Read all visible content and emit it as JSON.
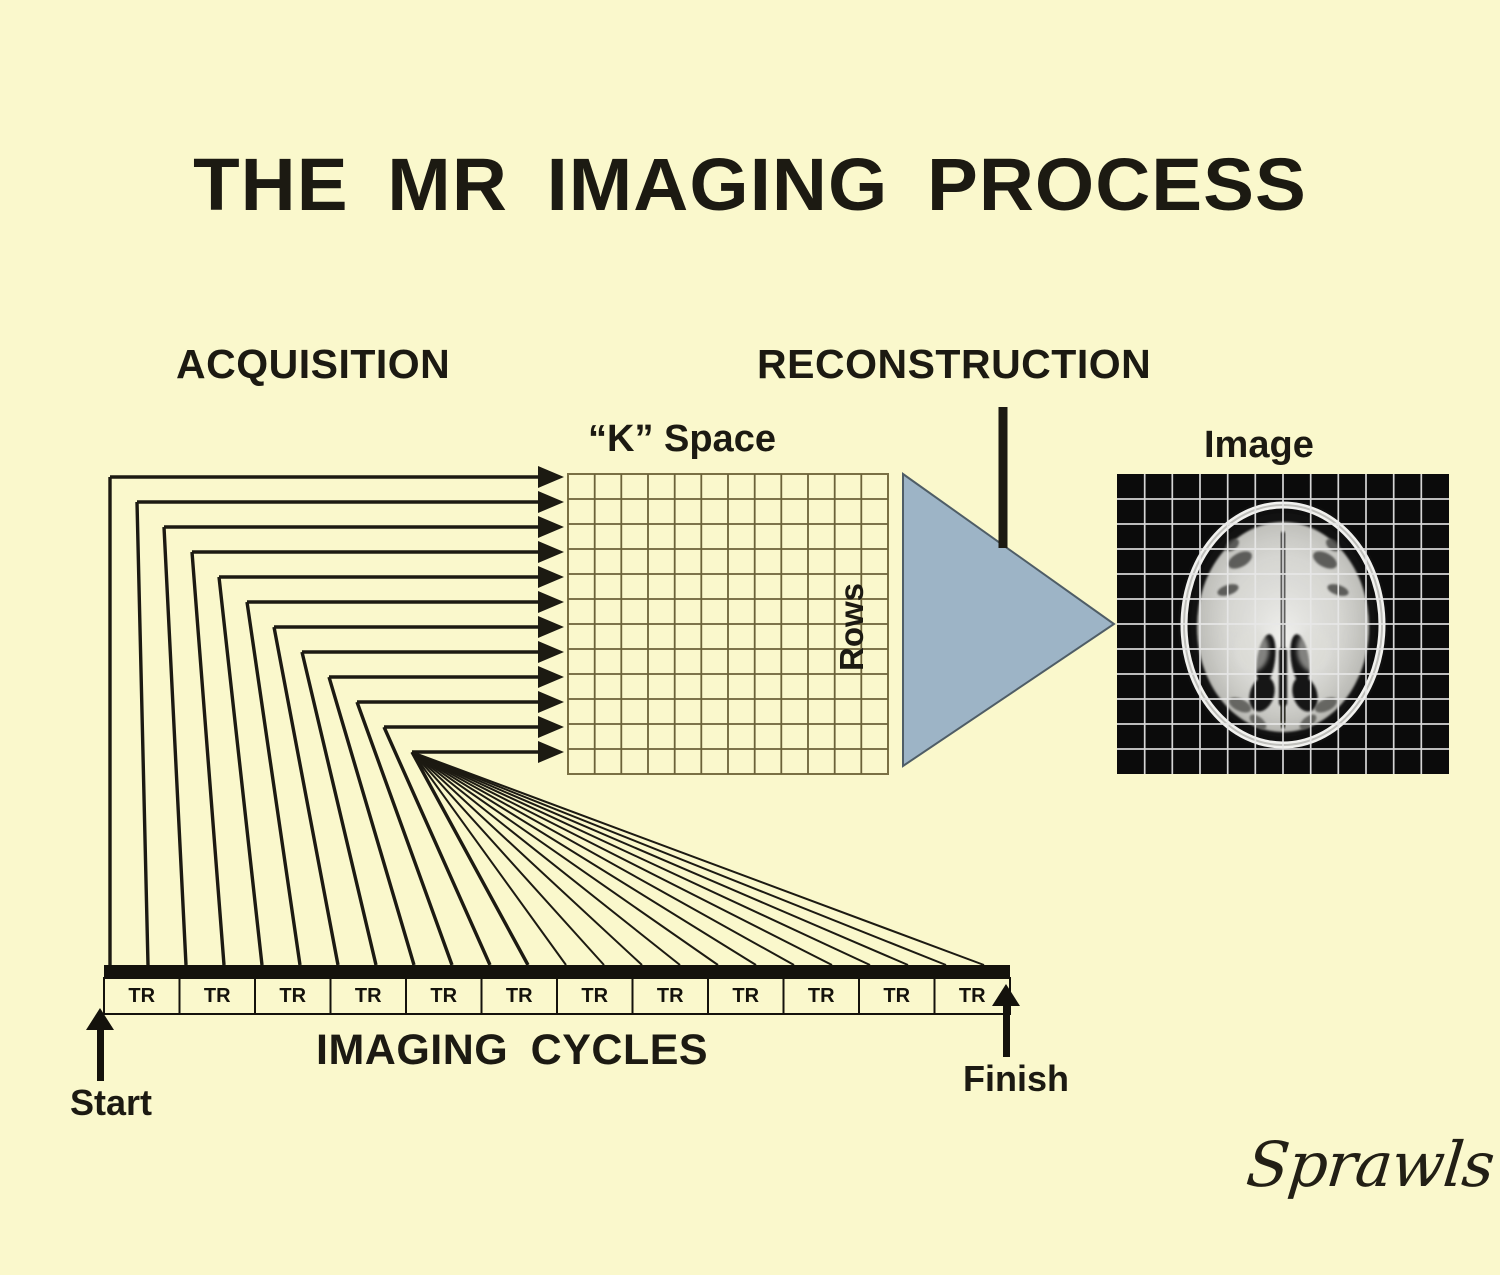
{
  "title": "THE MR IMAGING PROCESS",
  "colors": {
    "background": "#faf8cc",
    "ink": "#1c1a12",
    "triangle_fill": "#9db4c6",
    "image_background": "#0b0b0b",
    "image_grid": "#e8e8e8",
    "grid_line": "#6b6239"
  },
  "sections": {
    "acquisition": "ACQUISITION",
    "reconstruction": "RECONSTRUCTION"
  },
  "kspace": {
    "label": "“K” Space",
    "axis_label": "Rows",
    "rows": 12,
    "columns": 12
  },
  "image_panel": {
    "label": "Image",
    "grid_rows": 12,
    "grid_columns": 12,
    "content": "axial-brain-mri"
  },
  "reconstruction_arrow": {
    "icon": "right-triangle-icon",
    "fill": "#9db4c6"
  },
  "timeline": {
    "axis_label": "IMAGING CYCLES",
    "start_label": "Start",
    "finish_label": "Finish",
    "cycle_label": "TR",
    "cycle_count": 12,
    "cells": [
      "TR",
      "TR",
      "TR",
      "TR",
      "TR",
      "TR",
      "TR",
      "TR",
      "TR",
      "TR",
      "TR",
      "TR"
    ]
  },
  "acquisition_arrows": {
    "count": 12,
    "description": "one arrow per TR cycle filling one row of K space"
  },
  "signature": "Sprawls"
}
